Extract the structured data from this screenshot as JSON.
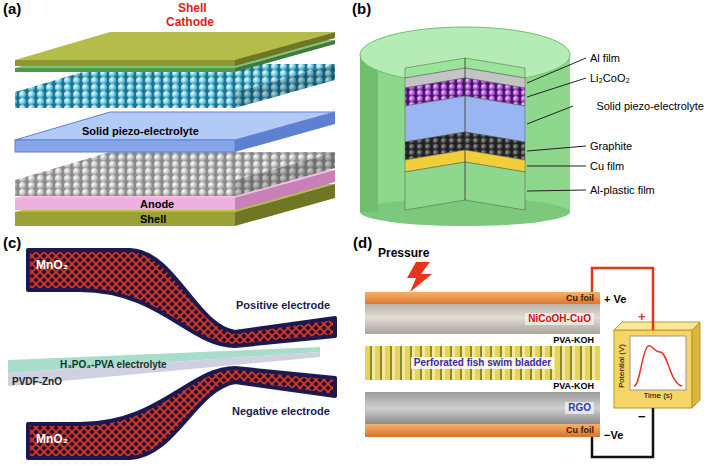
{
  "diagram": {
    "nodes": [
      {
        "text": [
          "Cu foil"
        ]
      },
      {
        "text": [
          "NiCoOH-CuO"
        ]
      },
      {
        "text": [
          "PVA-KOH"
        ]
      },
      {
        "text": [
          "Perforated fish swim bladder"
        ]
      },
      {
        "text": [
          "PVA-KOH"
        ]
      },
      {
        "text": [
          "RGO"
        ]
      },
      {
        "text": [
          "Cu foil"
        ]
      },
      {
        "text": [
          "+",
          "Potential (V)",
          "Time (s)",
          "−"
        ]
      }
    ],
    "edges": [
      {
        "from": 0,
        "to": 7,
        "arrow": "none"
      },
      {
        "from": 6,
        "to": 7,
        "arrow": "none"
      }
    ],
    "labels": [
      "(a)",
      "Shell",
      "Cathode",
      "Solid piezo-electrolyte",
      "Anode",
      "Shell",
      "(b)",
      "Al film",
      "Li₂CoO₂",
      "Solid piezo-electrolyte",
      "Graphite",
      "Cu film",
      "Al-plastic film",
      "(c)",
      "MnO₂",
      "Positive electrode",
      "H₃PO₄-PVA electrolyte",
      "PVDF-ZnO",
      "Negative electrode",
      "MnO₂",
      "(d)",
      "Pressure",
      "+ Ve",
      "−Ve"
    ]
  }
}
